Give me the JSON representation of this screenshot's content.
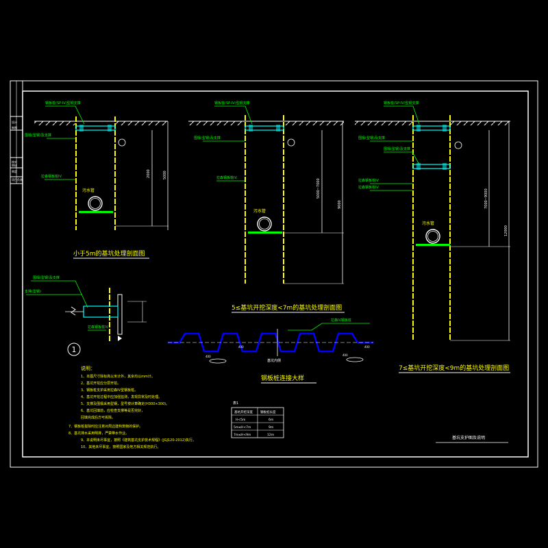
{
  "title_block": {
    "cells": [
      "设计",
      "制图",
      "校对",
      "审核",
      "审定",
      "项目负责"
    ]
  },
  "views": {
    "small": {
      "title": "小于5m的基坑处理剖面图",
      "labels": [
        {
          "key": "top",
          "text": "钢板桩(SP-IV)型钢支撑"
        },
        {
          "key": "brace",
          "text": "围檩(型钢)及支撑"
        },
        {
          "key": "pile",
          "text": "拉森钢板桩IV"
        },
        {
          "key": "pipe",
          "text": "污水管"
        }
      ],
      "dims": [
        "2000",
        "5000"
      ]
    },
    "mid": {
      "title": "5≤基坑开挖深度<7m的基坑处理剖面图",
      "labels": [
        {
          "key": "top",
          "text": "钢板桩(SP-IV)型钢支撑"
        },
        {
          "key": "brace",
          "text": "围檩(型钢)及支撑"
        },
        {
          "key": "pile",
          "text": "拉森钢板桩IV"
        },
        {
          "key": "pipe",
          "text": "污水管"
        }
      ],
      "dims": [
        "5000~7000",
        "9000"
      ]
    },
    "deep": {
      "title": "7≤基坑开挖深度<9m的基坑处理剖面图",
      "labels": [
        {
          "key": "top",
          "text": "钢板桩(SP-IV)型钢支撑"
        },
        {
          "key": "brace1",
          "text": "围檩(型钢)及支撑"
        },
        {
          "key": "brace2",
          "text": "围檩(型钢)及支撑"
        },
        {
          "key": "pile",
          "text": "拉森钢板桩IV"
        },
        {
          "key": "pile2",
          "text": "拉森钢板桩IV"
        },
        {
          "key": "pipe",
          "text": "污水管"
        }
      ],
      "dims": [
        "7000~9000",
        "12000"
      ]
    }
  },
  "detail": {
    "marker": "1",
    "label1": "围檩(型钢)及支撑",
    "label2": "支撑(型钢)",
    "label3": "拉森钢板桩IV"
  },
  "sheetpile": {
    "title": "钢板桩连接大样",
    "label_top": "拉森IV钢板桩",
    "label_bottom": "基坑内侧",
    "dims": [
      "400",
      "400",
      "400",
      "400"
    ]
  },
  "notes": {
    "heading": "说明：",
    "items": [
      "1、本图尺寸除标高以米计外，其余均以mm计。",
      "2、基坑开挖应分层开挖。",
      "3、钢板桩支护采用拉森IV型钢板桩。",
      "4、基坑开挖过程中应加强监测，发现异常及时处理。",
      "5、支撑及围檩采用型钢，型号按计算确定(H300×300)。",
      "6、基坑回填前，应检查支撑等是否完好，",
      "   回填完成后方可拆除。",
      "7、钢板桩拔除时应注意对周边建构筑物的保护。",
      "8、基坑排水采用明排，严禁带水作业。",
      "9、本说明未尽事宜，按照《建筑基坑支护技术规程》(JGJ120-2012)执行。",
      "10、其他未尽事宜，按照国家及地方相关规范执行。"
    ]
  },
  "table": {
    "caption": "表1",
    "headers": [
      "基坑开挖深度",
      "钢板桩长度"
    ],
    "rows": [
      [
        "H<5m",
        "6m"
      ],
      [
        "5m≤H<7m",
        "9m"
      ],
      [
        "7m≤H<9m",
        "12m"
      ]
    ]
  },
  "sheet_title": "基坑支护图及说明"
}
